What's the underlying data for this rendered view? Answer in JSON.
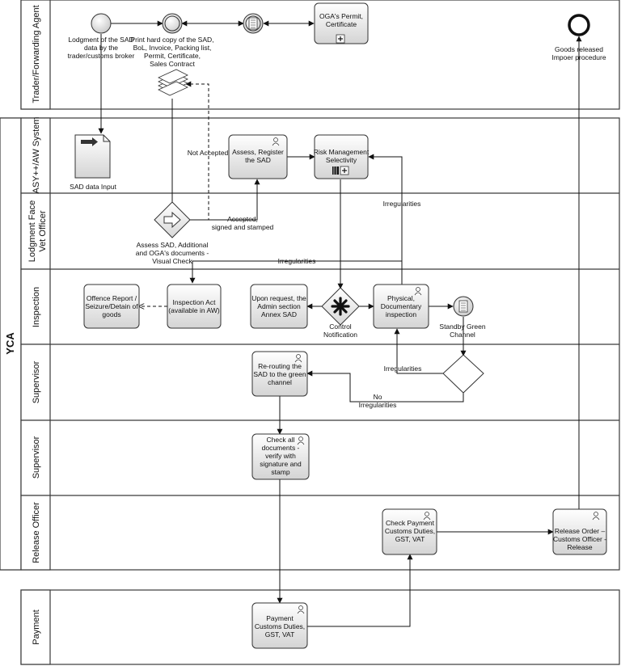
{
  "pools": {
    "yca": "YCA"
  },
  "lanes": {
    "trader": "Trader/Forwarding Agent",
    "asy": "ASY++/AW System",
    "lodgment": "Lodgment Face Vet Officer",
    "inspection": "Inspection",
    "supervisor1": "Supervisor",
    "supervisor2": "Supervisor",
    "release": "Release Officer",
    "payment": "Payment"
  },
  "nodes": {
    "lodgment_sad": [
      "Lodgment of the SAD",
      "data by the",
      "trader/customs broker"
    ],
    "print_copy": [
      "Print hard copy of the SAD,",
      "BoL, Invoice, Packing list,",
      "Permit, Certificate,",
      "Sales Contract"
    ],
    "oga_permit": [
      "OGA's Permit,",
      "Certificate"
    ],
    "goods_released": [
      "Goods released",
      "Impoer procedure"
    ],
    "sad_data_input": [
      "SAD data Input"
    ],
    "assess_register": [
      "Assess, Register",
      "the SAD"
    ],
    "risk_management": [
      "Risk Management",
      "Selectivity"
    ],
    "assess_sad": [
      "Assess SAD, Additional",
      "and OGA's documents -",
      "Visual Check"
    ],
    "offence_report": [
      "Offence Report /",
      "Seizure/Detain of",
      "goods"
    ],
    "inspection_act": [
      "Inspection Act",
      "(available in AW)"
    ],
    "upon_request": [
      "Upon request, the",
      "Admin section",
      "Annex SAD"
    ],
    "control_notification": [
      "Control",
      "Notification"
    ],
    "physical_inspection": [
      "Physical,",
      "Documentary",
      "inspection"
    ],
    "standby_green": [
      "Standby Green",
      "Channel"
    ],
    "rerouting": [
      "Re-routing the",
      "SAD to the green",
      "channel"
    ],
    "check_all": [
      "Check all",
      "documents -",
      "verify with",
      "signature and",
      "stamp"
    ],
    "check_payment": [
      "Check Payment",
      "Customs Duties,",
      "GST, VAT"
    ],
    "release_order": [
      "Release Order –",
      "Customs Officer -",
      "Release"
    ],
    "payment_task": [
      "Payment",
      "Customs Duties,",
      "GST, VAT"
    ]
  },
  "flow_labels": {
    "not_accepted": "Not Accepted",
    "accepted": [
      "Accepted,",
      "signed and stamped"
    ],
    "irregularities_top": "Irregularities",
    "irregularities_mid": "Irregularities",
    "irregularities_sup": "Irregularities",
    "no_irregularities": [
      "No",
      "Irregularities"
    ]
  }
}
